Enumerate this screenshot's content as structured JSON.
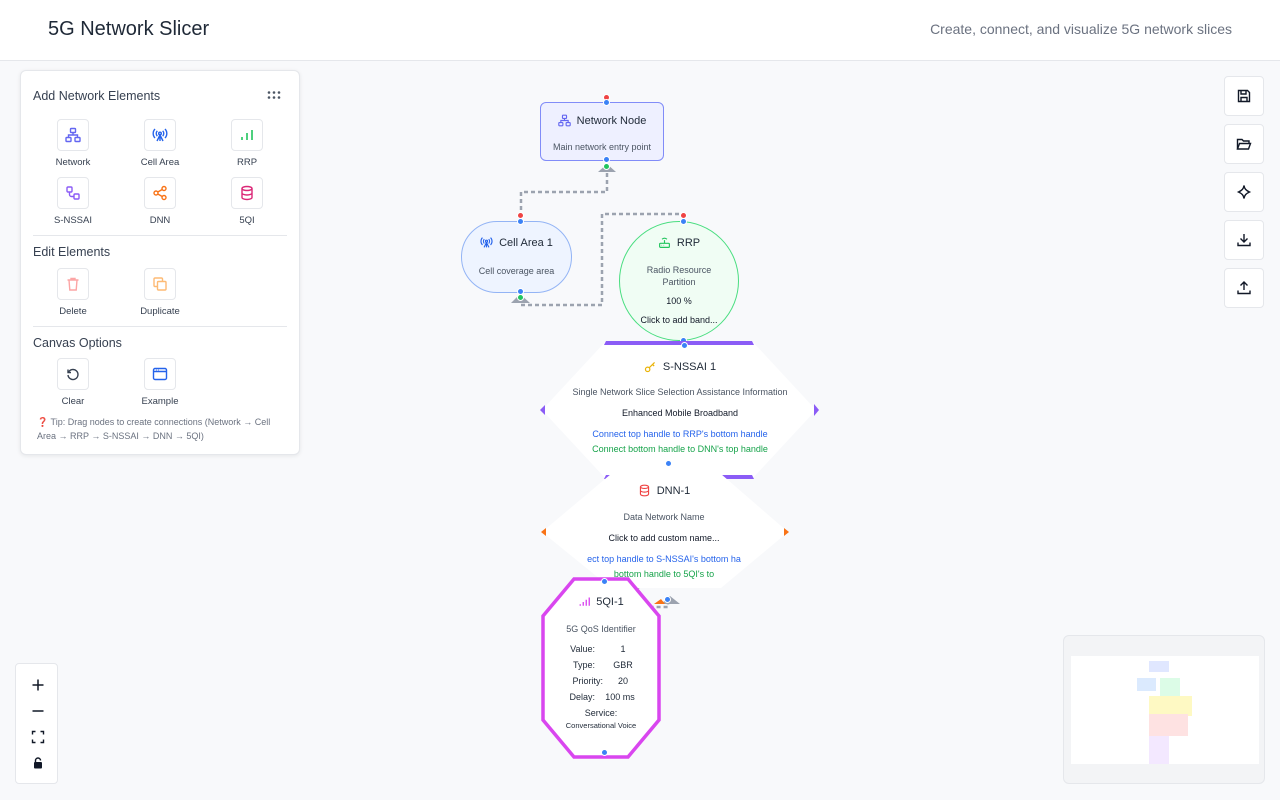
{
  "header": {
    "title": "5G Network Slicer",
    "subtitle": "Create, connect, and visualize 5G network slices"
  },
  "panel": {
    "add_title": "Add Network Elements",
    "add_items": [
      "Network",
      "Cell Area",
      "RRP",
      "S-NSSAI",
      "DNN",
      "5QI"
    ],
    "edit_title": "Edit Elements",
    "edit_items": [
      "Delete",
      "Duplicate"
    ],
    "canvas_title": "Canvas Options",
    "canvas_items": [
      "Clear",
      "Example"
    ],
    "tip": "❓ Tip: Drag nodes to create connections (Network → Cell Area → RRP → S-NSSAI → DNN → 5QI)"
  },
  "right_toolbar": [
    "save-icon",
    "folder-open-icon",
    "sparkle-icon",
    "download-icon",
    "upload-icon"
  ],
  "zoom": [
    "+",
    "—",
    "⛶",
    "🔒"
  ],
  "nodes": {
    "network": {
      "title": "Network Node",
      "subtitle": "Main network entry point"
    },
    "cell": {
      "title": "Cell Area 1",
      "subtitle": "Cell coverage area"
    },
    "rrp": {
      "title": "RRP",
      "subtitle": "Radio Resource Partition",
      "value": "100 %",
      "hint": "Click to add band..."
    },
    "snssai": {
      "title": "S-NSSAI 1",
      "subtitle": "Single Network Slice Selection Assistance Information",
      "value": "Enhanced Mobile Broadband",
      "hint_top": "Connect top handle to RRP's bottom handle",
      "hint_bottom": "Connect bottom handle to DNN's top handle"
    },
    "dnn": {
      "title": "DNN-1",
      "subtitle": "Data Network Name",
      "value": "Click to add custom name...",
      "hint_top": "ect top handle to S-NSSAI's bottom ha",
      "hint_bottom": "bottom handle to 5QI's to"
    },
    "fiveqi": {
      "title": "5QI-1",
      "subtitle": "5G QoS Identifier",
      "rows": [
        {
          "label": "Value:",
          "value": "1"
        },
        {
          "label": "Type:",
          "value": "GBR"
        },
        {
          "label": "Priority:",
          "value": "20"
        },
        {
          "label": "Delay:",
          "value": "100 ms"
        }
      ],
      "service_label": "Service:",
      "service_value": "Conversational Voice"
    }
  },
  "colors": {
    "network": "#818cf8",
    "cell": "#93b4f5",
    "rrp": "#4ade80",
    "snssai": "#8b5cf6",
    "dnn": "#f97316",
    "fiveqi": "#d946ef"
  }
}
